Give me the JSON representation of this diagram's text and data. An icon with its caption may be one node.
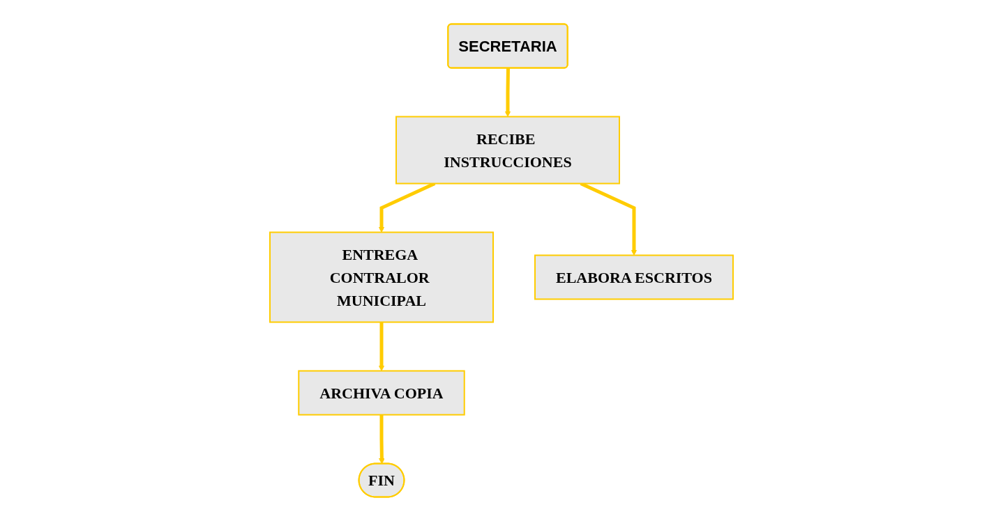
{
  "diagram": {
    "nodes": [
      {
        "text": [
          "SECRETARIA"
        ]
      },
      {
        "text": [
          "RECIBE INSTRUCCIONES"
        ]
      },
      {
        "text": [
          "ENTREGA CONTRALOR MUNICIPAL"
        ]
      },
      {
        "text": [
          "ARCHIVA COPIA"
        ]
      },
      {
        "text": [
          "FIN"
        ]
      },
      {
        "text": [
          "ELABORA ESCRITOS"
        ]
      }
    ],
    "edges": [
      {
        "from": 0,
        "to": 1,
        "arrow": "to"
      },
      {
        "from": 1,
        "to": 2,
        "arrow": "to"
      },
      {
        "from": 2,
        "to": 3,
        "arrow": "to"
      },
      {
        "from": 3,
        "to": 4,
        "arrow": "to"
      },
      {
        "from": 1,
        "to": 5,
        "arrow": "to"
      }
    ]
  }
}
